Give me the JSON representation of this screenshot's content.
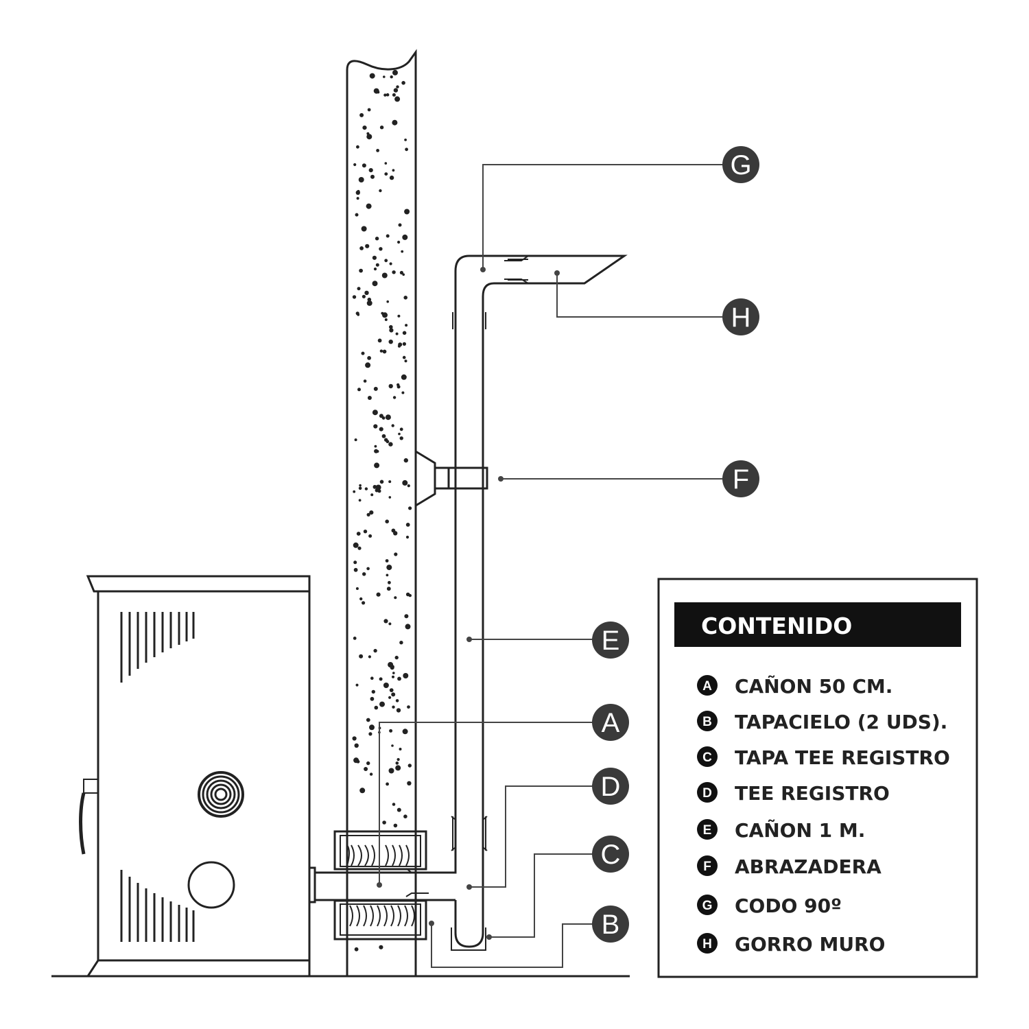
{
  "callouts": [
    {
      "id": "G",
      "letter": "G"
    },
    {
      "id": "H",
      "letter": "H"
    },
    {
      "id": "F",
      "letter": "F"
    },
    {
      "id": "E",
      "letter": "E"
    },
    {
      "id": "A",
      "letter": "A"
    },
    {
      "id": "D",
      "letter": "D"
    },
    {
      "id": "C",
      "letter": "C"
    },
    {
      "id": "B",
      "letter": "B"
    }
  ],
  "legend": {
    "title": "CONTENIDO",
    "items": [
      {
        "letter": "A",
        "label": "CAÑON 50 CM."
      },
      {
        "letter": "B",
        "label": "TAPACIELO (2 UDS)."
      },
      {
        "letter": "C",
        "label": "TAPA TEE REGISTRO"
      },
      {
        "letter": "D",
        "label": "TEE REGISTRO"
      },
      {
        "letter": "E",
        "label": "CAÑON 1 M."
      },
      {
        "letter": "F",
        "label": "ABRAZADERA"
      },
      {
        "letter": "G",
        "label": "CODO 90º"
      },
      {
        "letter": "H",
        "label": "GORRO MURO"
      }
    ]
  },
  "colors": {
    "ink": "#222222",
    "badge": "#3a3a3a",
    "title_bar": "#111111"
  }
}
